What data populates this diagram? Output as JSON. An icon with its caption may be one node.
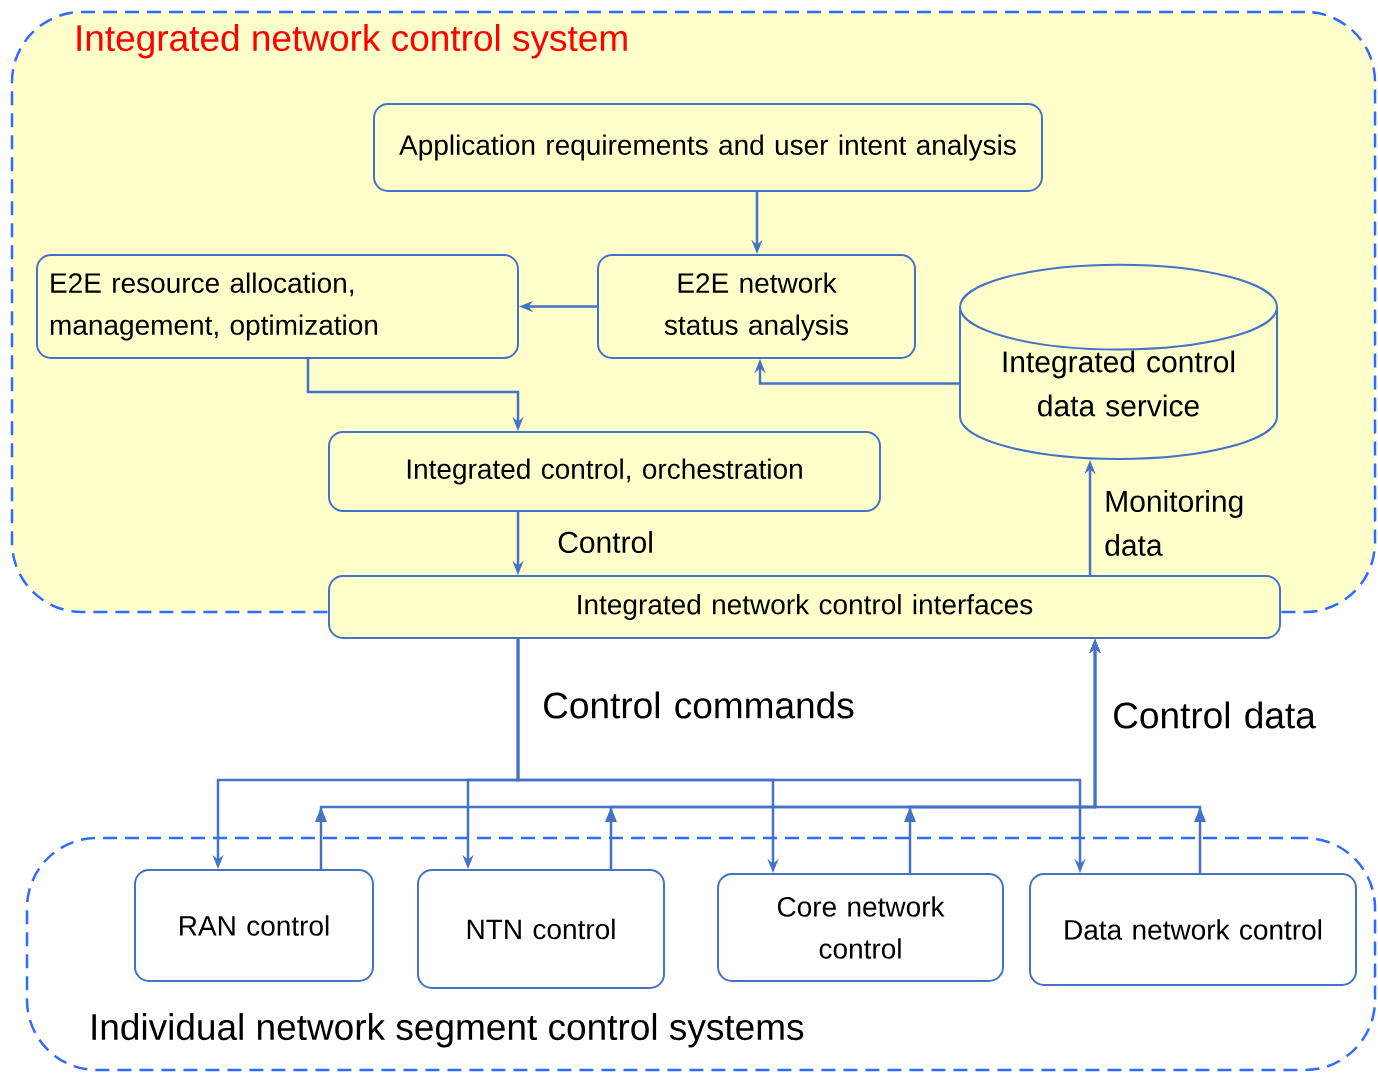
{
  "diagram": {
    "nodes": [
      {
        "text": [
          "Integrated network control system"
        ]
      },
      {
        "text": [
          "Application requirements and user intent analysis"
        ],
        "in": 0
      },
      {
        "text": [
          "E2E resource allocation, management, optimization"
        ],
        "in": 0
      },
      {
        "text": [
          "E2E network status analysis"
        ],
        "in": 0
      },
      {
        "text": [
          "Integrated control data service"
        ],
        "in": 0
      },
      {
        "text": [
          "Integrated control, orchestration"
        ],
        "in": 0
      },
      {
        "text": [
          "Integrated network control interfaces"
        ]
      },
      {
        "text": [
          "Individual network segment control systems"
        ]
      },
      {
        "text": [
          "RAN control"
        ],
        "in": 7
      },
      {
        "text": [
          "NTN control"
        ],
        "in": 7
      },
      {
        "text": [
          "Core network control"
        ],
        "in": 7
      },
      {
        "text": [
          "Data network control"
        ],
        "in": 7
      }
    ],
    "edges": [
      {
        "from": 1,
        "to": 3,
        "arrow": "to"
      },
      {
        "from": 3,
        "to": 2,
        "arrow": "to"
      },
      {
        "from": 2,
        "to": 5,
        "arrow": "to"
      },
      {
        "from": 4,
        "to": 3,
        "arrow": "to"
      },
      {
        "from": 5,
        "to": 6,
        "arrow": "to",
        "label": "Control"
      },
      {
        "from": 6,
        "to": 4,
        "arrow": "to",
        "label": "Monitoring data"
      },
      {
        "from": 6,
        "to": 8,
        "arrow": "to",
        "label": "Control commands"
      },
      {
        "from": 6,
        "to": 9,
        "arrow": "to"
      },
      {
        "from": 6,
        "to": 10,
        "arrow": "to"
      },
      {
        "from": 6,
        "to": 11,
        "arrow": "to"
      },
      {
        "from": 8,
        "to": 6,
        "arrow": "to",
        "label": "Control data"
      },
      {
        "from": 9,
        "to": 6,
        "arrow": "to"
      },
      {
        "from": 10,
        "to": 6,
        "arrow": "to"
      },
      {
        "from": 11,
        "to": 6,
        "arrow": "to"
      }
    ]
  }
}
